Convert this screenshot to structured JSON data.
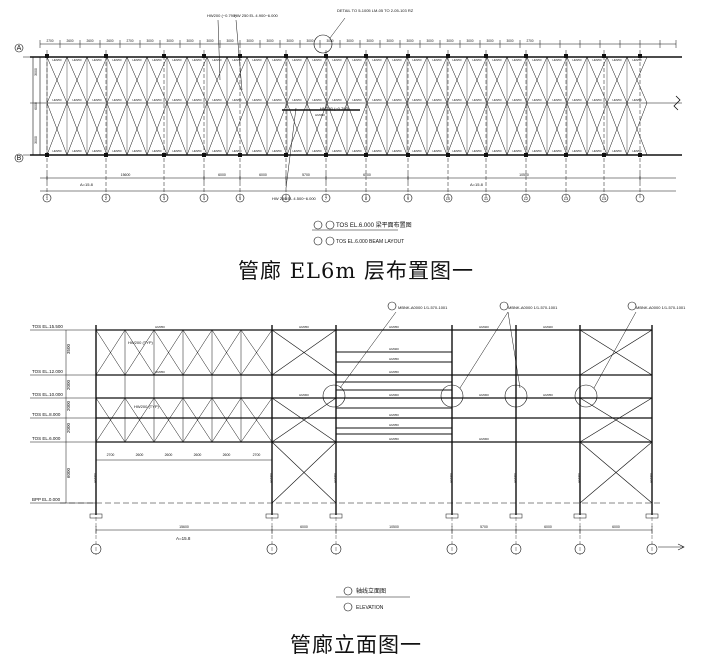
{
  "plan": {
    "beam_top": "HM250",
    "beam_mid": "HM250",
    "beam_bot": "HM250",
    "beam_center": "HM300",
    "top_dims": [
      "2700",
      "2600",
      "2600",
      "2600",
      "2700",
      "3000",
      "3000",
      "3000",
      "3000",
      "3000",
      "3000",
      "3000",
      "3000",
      "3000",
      "3000",
      "3000",
      "3000",
      "3000",
      "3000",
      "3000",
      "3000",
      "3000",
      "3000",
      "3000",
      "2700"
    ],
    "bottom_dims": [
      "15600",
      "6000",
      "6000",
      "5700",
      "6000",
      "10500"
    ],
    "side_dims": [
      "3000",
      "6000",
      "3000"
    ],
    "axis_left": "A",
    "axis_right": "B",
    "grid_labels": [
      "1",
      "2",
      "3",
      "4",
      "5",
      "6",
      "7",
      "8",
      "9",
      "10",
      "11",
      "12",
      "13",
      "14"
    ],
    "note_top_left": "HW200 (~0.790)",
    "note_top_mid": "HW 250 EL 4.900~6.000",
    "note_top_right": "DETAIL TO 5-1005 LM-05 TO 2-05-103 RZ",
    "note_bot": "HW 250 EL 4.500~6.000",
    "note_mid": "HM250 (~0.790)",
    "axis_bottom_left": "A=15.8",
    "axis_bottom_right": "A=15.8",
    "legend_line1": "TOS EL.6.000 梁平面布置图",
    "legend_line2": "TOS EL.6.000 BEAM LAYOUT"
  },
  "plan_caption": "管廊 EL6m 层布置图一",
  "elevation": {
    "levels": [
      "TOS EL.15.500",
      "TOS EL.12.000",
      "TOS EL.10.000",
      "TOS EL.8.000",
      "TOS EL.6.000",
      "BPP EL.0.000"
    ],
    "level_dims": [
      "3500",
      "2000",
      "2000",
      "2000",
      "6000"
    ],
    "beam_labels": [
      "HM350",
      "HM350",
      "HM350",
      "HM400",
      "HM400",
      "HM400",
      "HM350",
      "HM350",
      "HM350",
      "HM300",
      "HM300",
      "HM300",
      "HM350",
      "HM350",
      "HM350",
      "HM350",
      "HM300"
    ],
    "column_label": "HM300",
    "brace_label": "HW200 (TYP)",
    "brace_label2": "HW200 (TYP)",
    "bay_dims": [
      "2700",
      "2600",
      "2600",
      "2600",
      "2600",
      "2700"
    ],
    "bottom_dims": [
      "15600",
      "6000",
      "10500",
      "5700",
      "6000",
      "6000"
    ],
    "callout_1": "MBNK-A0000 1/1-570-1001",
    "callout_2": "MBNK-A0000 1/1-570-1001",
    "callout_3": "MBNK-A0000 1/1-570-1001",
    "axis_label": "A=15.8",
    "legend_line1": "轴线立面图",
    "legend_line2": "ELEVATION"
  },
  "elevation_caption": "管廊立面图一"
}
